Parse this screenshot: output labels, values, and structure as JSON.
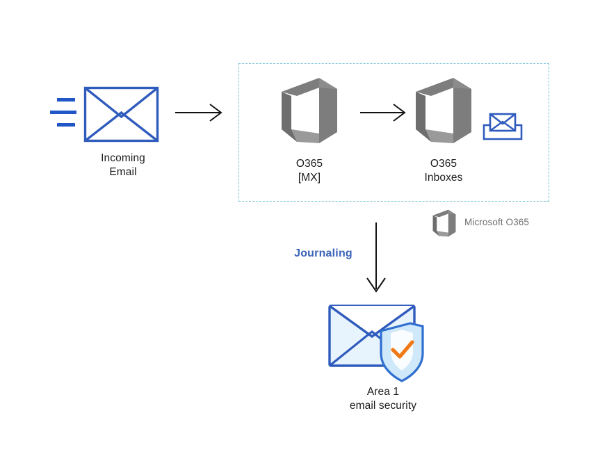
{
  "diagram": {
    "title": "O365 journaling to Area 1 email security flow",
    "background_color": "#ffffff",
    "colors": {
      "envelope_blue": "#2f5bbd",
      "envelope_fill_light": "#dcecfb",
      "office_gray": "#7d7d7d",
      "office_gray_light": "#9a9a9a",
      "dashed_border": "#76c3d8",
      "arrow_black": "#111111",
      "journaling_blue": "#3b63b8",
      "legend_gray": "#6e6e6e",
      "shield_blue": "#2f6fd0",
      "shield_fill": "#cfe8fa",
      "check_orange": "#f07a17",
      "text_dark": "#1b1b1b"
    }
  },
  "nodes": {
    "incoming_email": {
      "label_line1": "Incoming",
      "label_line2": "Email",
      "icon": "envelope-icon",
      "speed_lines": 3
    },
    "o365_mx": {
      "label_line1": "O365",
      "label_line2": "[MX]",
      "icon": "office-365-icon"
    },
    "o365_inboxes": {
      "label_line1": "O365",
      "label_line2": "Inboxes",
      "icon": "office-365-icon",
      "badge_icon": "inbox-envelope-icon"
    },
    "area1": {
      "label_line1": "Area 1",
      "label_line2": "email security",
      "icon": "email-shield-icon"
    }
  },
  "legend": {
    "label": "Microsoft O365",
    "icon": "office-365-icon"
  },
  "connectors": {
    "incoming_to_mx": {
      "name": "arrow-incoming-to-mx",
      "direction": "right",
      "style": "solid-thin-black"
    },
    "mx_to_inboxes": {
      "name": "arrow-mx-to-inboxes",
      "direction": "right",
      "style": "solid-thin-black"
    },
    "inboxes_to_area1": {
      "name": "arrow-journaling-down",
      "direction": "down",
      "style": "solid-thin-black",
      "label": "Journaling"
    }
  },
  "zone": {
    "name": "o365-boundary",
    "style": "dashed",
    "color": "#76c3d8"
  }
}
